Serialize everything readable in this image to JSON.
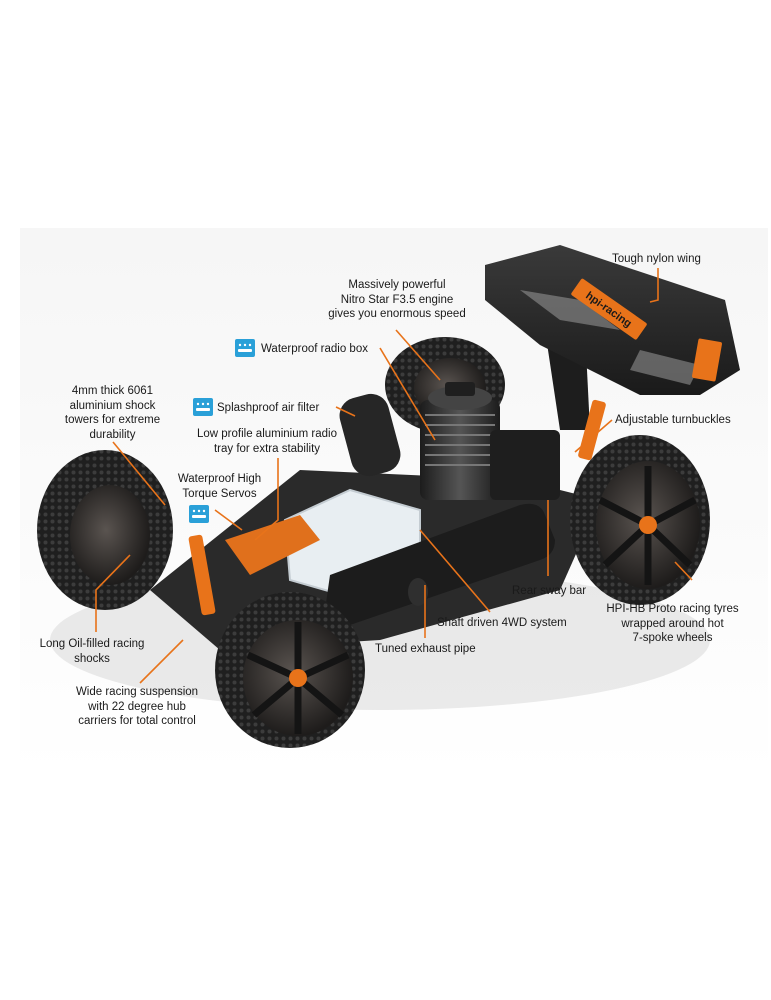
{
  "colors": {
    "accent": "#e8731a",
    "waterproof_icon": "#2aa0d8",
    "body_dark": "#2a2a2a",
    "tyre": "#232323",
    "chassis_orange": "#e0701c",
    "clear_tank": "#e8eef2"
  },
  "icons": {
    "waterproof_icon_name": "waterproof-badge-icon"
  },
  "labels": {
    "tough_nylon_wing": "Tough nylon wing",
    "engine": [
      "Massively powerful",
      "Nitro Star F3.5 engine",
      "gives you enormous speed"
    ],
    "waterproof_radio_box": "Waterproof radio box",
    "aluminium_shock_towers": [
      "4mm thick 6061",
      "aluminium shock",
      "towers for extreme",
      "durability"
    ],
    "splashproof_air_filter": "Splashproof air filter",
    "low_profile_radio_tray": [
      "Low profile aluminium radio",
      "tray for extra stability"
    ],
    "servos": [
      "Waterproof High",
      "Torque Servos"
    ],
    "adjustable_turnbuckles": "Adjustable turnbuckles",
    "rear_sway_bar": "Rear sway bar",
    "shaft_driven": "Shaft driven 4WD system",
    "tuned_exhaust": "Tuned exhaust pipe",
    "racing_shocks": [
      "Long Oil-filled racing",
      "shocks"
    ],
    "tyres": [
      "HPI-HB Proto racing tyres",
      "wrapped around hot",
      "7-spoke wheels"
    ],
    "suspension": [
      "Wide racing suspension",
      "with 22 degree hub",
      "carriers for total control"
    ]
  },
  "wing_logo": {
    "brand_text": "hpi-racing"
  }
}
